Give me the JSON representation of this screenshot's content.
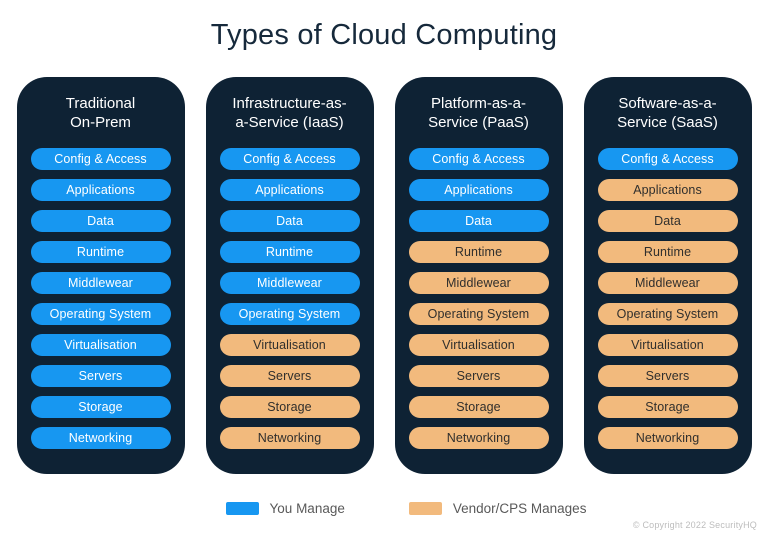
{
  "title": "Types of Cloud Computing",
  "colors": {
    "title_text": "#16293B",
    "column_bg": "#0E2234",
    "you_manage": "#1797F1",
    "vendor_manages": "#F2BA7D",
    "pill_text_on_blue": "#FFFFFF",
    "pill_text_on_orange": "#302F2D",
    "legend_text": "#595959"
  },
  "columns": [
    {
      "id": "traditional-on-prem",
      "title_lines": [
        "Traditional",
        "On-Prem"
      ],
      "layers": [
        {
          "label": "Config & Access",
          "managed_by": "you"
        },
        {
          "label": "Applications",
          "managed_by": "you"
        },
        {
          "label": "Data",
          "managed_by": "you"
        },
        {
          "label": "Runtime",
          "managed_by": "you"
        },
        {
          "label": "Middlewear",
          "managed_by": "you"
        },
        {
          "label": "Operating System",
          "managed_by": "you"
        },
        {
          "label": "Virtualisation",
          "managed_by": "you"
        },
        {
          "label": "Servers",
          "managed_by": "you"
        },
        {
          "label": "Storage",
          "managed_by": "you"
        },
        {
          "label": "Networking",
          "managed_by": "you"
        }
      ]
    },
    {
      "id": "iaas",
      "title_lines": [
        "Infrastructure-as-",
        "a-Service (IaaS)"
      ],
      "layers": [
        {
          "label": "Config & Access",
          "managed_by": "you"
        },
        {
          "label": "Applications",
          "managed_by": "you"
        },
        {
          "label": "Data",
          "managed_by": "you"
        },
        {
          "label": "Runtime",
          "managed_by": "you"
        },
        {
          "label": "Middlewear",
          "managed_by": "you"
        },
        {
          "label": "Operating System",
          "managed_by": "you"
        },
        {
          "label": "Virtualisation",
          "managed_by": "vendor"
        },
        {
          "label": "Servers",
          "managed_by": "vendor"
        },
        {
          "label": "Storage",
          "managed_by": "vendor"
        },
        {
          "label": "Networking",
          "managed_by": "vendor"
        }
      ]
    },
    {
      "id": "paas",
      "title_lines": [
        "Platform-as-a-",
        "Service (PaaS)"
      ],
      "layers": [
        {
          "label": "Config & Access",
          "managed_by": "you"
        },
        {
          "label": "Applications",
          "managed_by": "you"
        },
        {
          "label": "Data",
          "managed_by": "you"
        },
        {
          "label": "Runtime",
          "managed_by": "vendor"
        },
        {
          "label": "Middlewear",
          "managed_by": "vendor"
        },
        {
          "label": "Operating System",
          "managed_by": "vendor"
        },
        {
          "label": "Virtualisation",
          "managed_by": "vendor"
        },
        {
          "label": "Servers",
          "managed_by": "vendor"
        },
        {
          "label": "Storage",
          "managed_by": "vendor"
        },
        {
          "label": "Networking",
          "managed_by": "vendor"
        }
      ]
    },
    {
      "id": "saas",
      "title_lines": [
        "Software-as-a-",
        "Service (SaaS)"
      ],
      "layers": [
        {
          "label": "Config & Access",
          "managed_by": "you"
        },
        {
          "label": "Applications",
          "managed_by": "vendor"
        },
        {
          "label": "Data",
          "managed_by": "vendor"
        },
        {
          "label": "Runtime",
          "managed_by": "vendor"
        },
        {
          "label": "Middlewear",
          "managed_by": "vendor"
        },
        {
          "label": "Operating System",
          "managed_by": "vendor"
        },
        {
          "label": "Virtualisation",
          "managed_by": "vendor"
        },
        {
          "label": "Servers",
          "managed_by": "vendor"
        },
        {
          "label": "Storage",
          "managed_by": "vendor"
        },
        {
          "label": "Networking",
          "managed_by": "vendor"
        }
      ]
    }
  ],
  "legend": {
    "items": [
      {
        "id": "you-manage",
        "label": "You Manage",
        "color": "#1797F1"
      },
      {
        "id": "vendor-manages",
        "label": "Vendor/CPS Manages",
        "color": "#F2BA7D"
      }
    ]
  },
  "footer": {
    "copyright": "© Copyright 2022 SecurityHQ"
  }
}
